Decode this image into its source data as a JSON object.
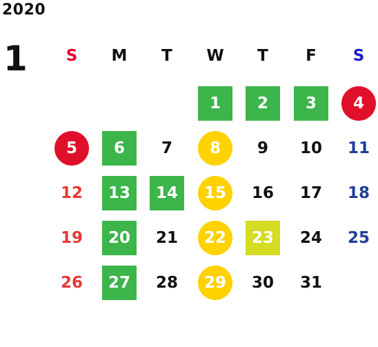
{
  "calendar": {
    "year": "2020",
    "month": "1",
    "weekdays": [
      {
        "label": "S",
        "color": "#e4002b"
      },
      {
        "label": "M",
        "color": "#111111"
      },
      {
        "label": "T",
        "color": "#111111"
      },
      {
        "label": "W",
        "color": "#111111"
      },
      {
        "label": "T",
        "color": "#111111"
      },
      {
        "label": "F",
        "color": "#111111"
      },
      {
        "label": "S",
        "color": "#1a1acc"
      }
    ],
    "colors": {
      "sunday_text": "#e53935",
      "saturday_text": "#1f3f99",
      "weekday_text": "#111111",
      "green_highlight": "#3cb54a",
      "red_highlight": "#e0102a",
      "yellow_highlight": "#ffd200",
      "lime_highlight": "#d4dc23",
      "highlight_text": "#ffffff"
    },
    "days": [
      {
        "day": "1",
        "weekday": 3,
        "week": 0,
        "highlight": "green",
        "shape": "square"
      },
      {
        "day": "2",
        "weekday": 4,
        "week": 0,
        "highlight": "green",
        "shape": "square"
      },
      {
        "day": "3",
        "weekday": 5,
        "week": 0,
        "highlight": "green",
        "shape": "square"
      },
      {
        "day": "4",
        "weekday": 6,
        "week": 0,
        "highlight": "red",
        "shape": "circle"
      },
      {
        "day": "5",
        "weekday": 0,
        "week": 1,
        "highlight": "red",
        "shape": "circle"
      },
      {
        "day": "6",
        "weekday": 1,
        "week": 1,
        "highlight": "green",
        "shape": "square"
      },
      {
        "day": "7",
        "weekday": 2,
        "week": 1,
        "highlight": null,
        "shape": null
      },
      {
        "day": "8",
        "weekday": 3,
        "week": 1,
        "highlight": "yellow",
        "shape": "circle"
      },
      {
        "day": "9",
        "weekday": 4,
        "week": 1,
        "highlight": null,
        "shape": null
      },
      {
        "day": "10",
        "weekday": 5,
        "week": 1,
        "highlight": null,
        "shape": null
      },
      {
        "day": "11",
        "weekday": 6,
        "week": 1,
        "highlight": null,
        "shape": null
      },
      {
        "day": "12",
        "weekday": 0,
        "week": 2,
        "highlight": null,
        "shape": null
      },
      {
        "day": "13",
        "weekday": 1,
        "week": 2,
        "highlight": "green",
        "shape": "square"
      },
      {
        "day": "14",
        "weekday": 2,
        "week": 2,
        "highlight": "green",
        "shape": "square"
      },
      {
        "day": "15",
        "weekday": 3,
        "week": 2,
        "highlight": "yellow",
        "shape": "circle"
      },
      {
        "day": "16",
        "weekday": 4,
        "week": 2,
        "highlight": null,
        "shape": null
      },
      {
        "day": "17",
        "weekday": 5,
        "week": 2,
        "highlight": null,
        "shape": null
      },
      {
        "day": "18",
        "weekday": 6,
        "week": 2,
        "highlight": null,
        "shape": null
      },
      {
        "day": "19",
        "weekday": 0,
        "week": 3,
        "highlight": null,
        "shape": null
      },
      {
        "day": "20",
        "weekday": 1,
        "week": 3,
        "highlight": "green",
        "shape": "square"
      },
      {
        "day": "21",
        "weekday": 2,
        "week": 3,
        "highlight": null,
        "shape": null
      },
      {
        "day": "22",
        "weekday": 3,
        "week": 3,
        "highlight": "yellow",
        "shape": "circle"
      },
      {
        "day": "23",
        "weekday": 4,
        "week": 3,
        "highlight": "lime",
        "shape": "square"
      },
      {
        "day": "24",
        "weekday": 5,
        "week": 3,
        "highlight": null,
        "shape": null
      },
      {
        "day": "25",
        "weekday": 6,
        "week": 3,
        "highlight": null,
        "shape": null
      },
      {
        "day": "26",
        "weekday": 0,
        "week": 4,
        "highlight": null,
        "shape": null
      },
      {
        "day": "27",
        "weekday": 1,
        "week": 4,
        "highlight": "green",
        "shape": "square"
      },
      {
        "day": "28",
        "weekday": 2,
        "week": 4,
        "highlight": null,
        "shape": null
      },
      {
        "day": "29",
        "weekday": 3,
        "week": 4,
        "highlight": "yellow",
        "shape": "circle"
      },
      {
        "day": "30",
        "weekday": 4,
        "week": 4,
        "highlight": null,
        "shape": null
      },
      {
        "day": "31",
        "weekday": 5,
        "week": 4,
        "highlight": null,
        "shape": null
      }
    ]
  }
}
